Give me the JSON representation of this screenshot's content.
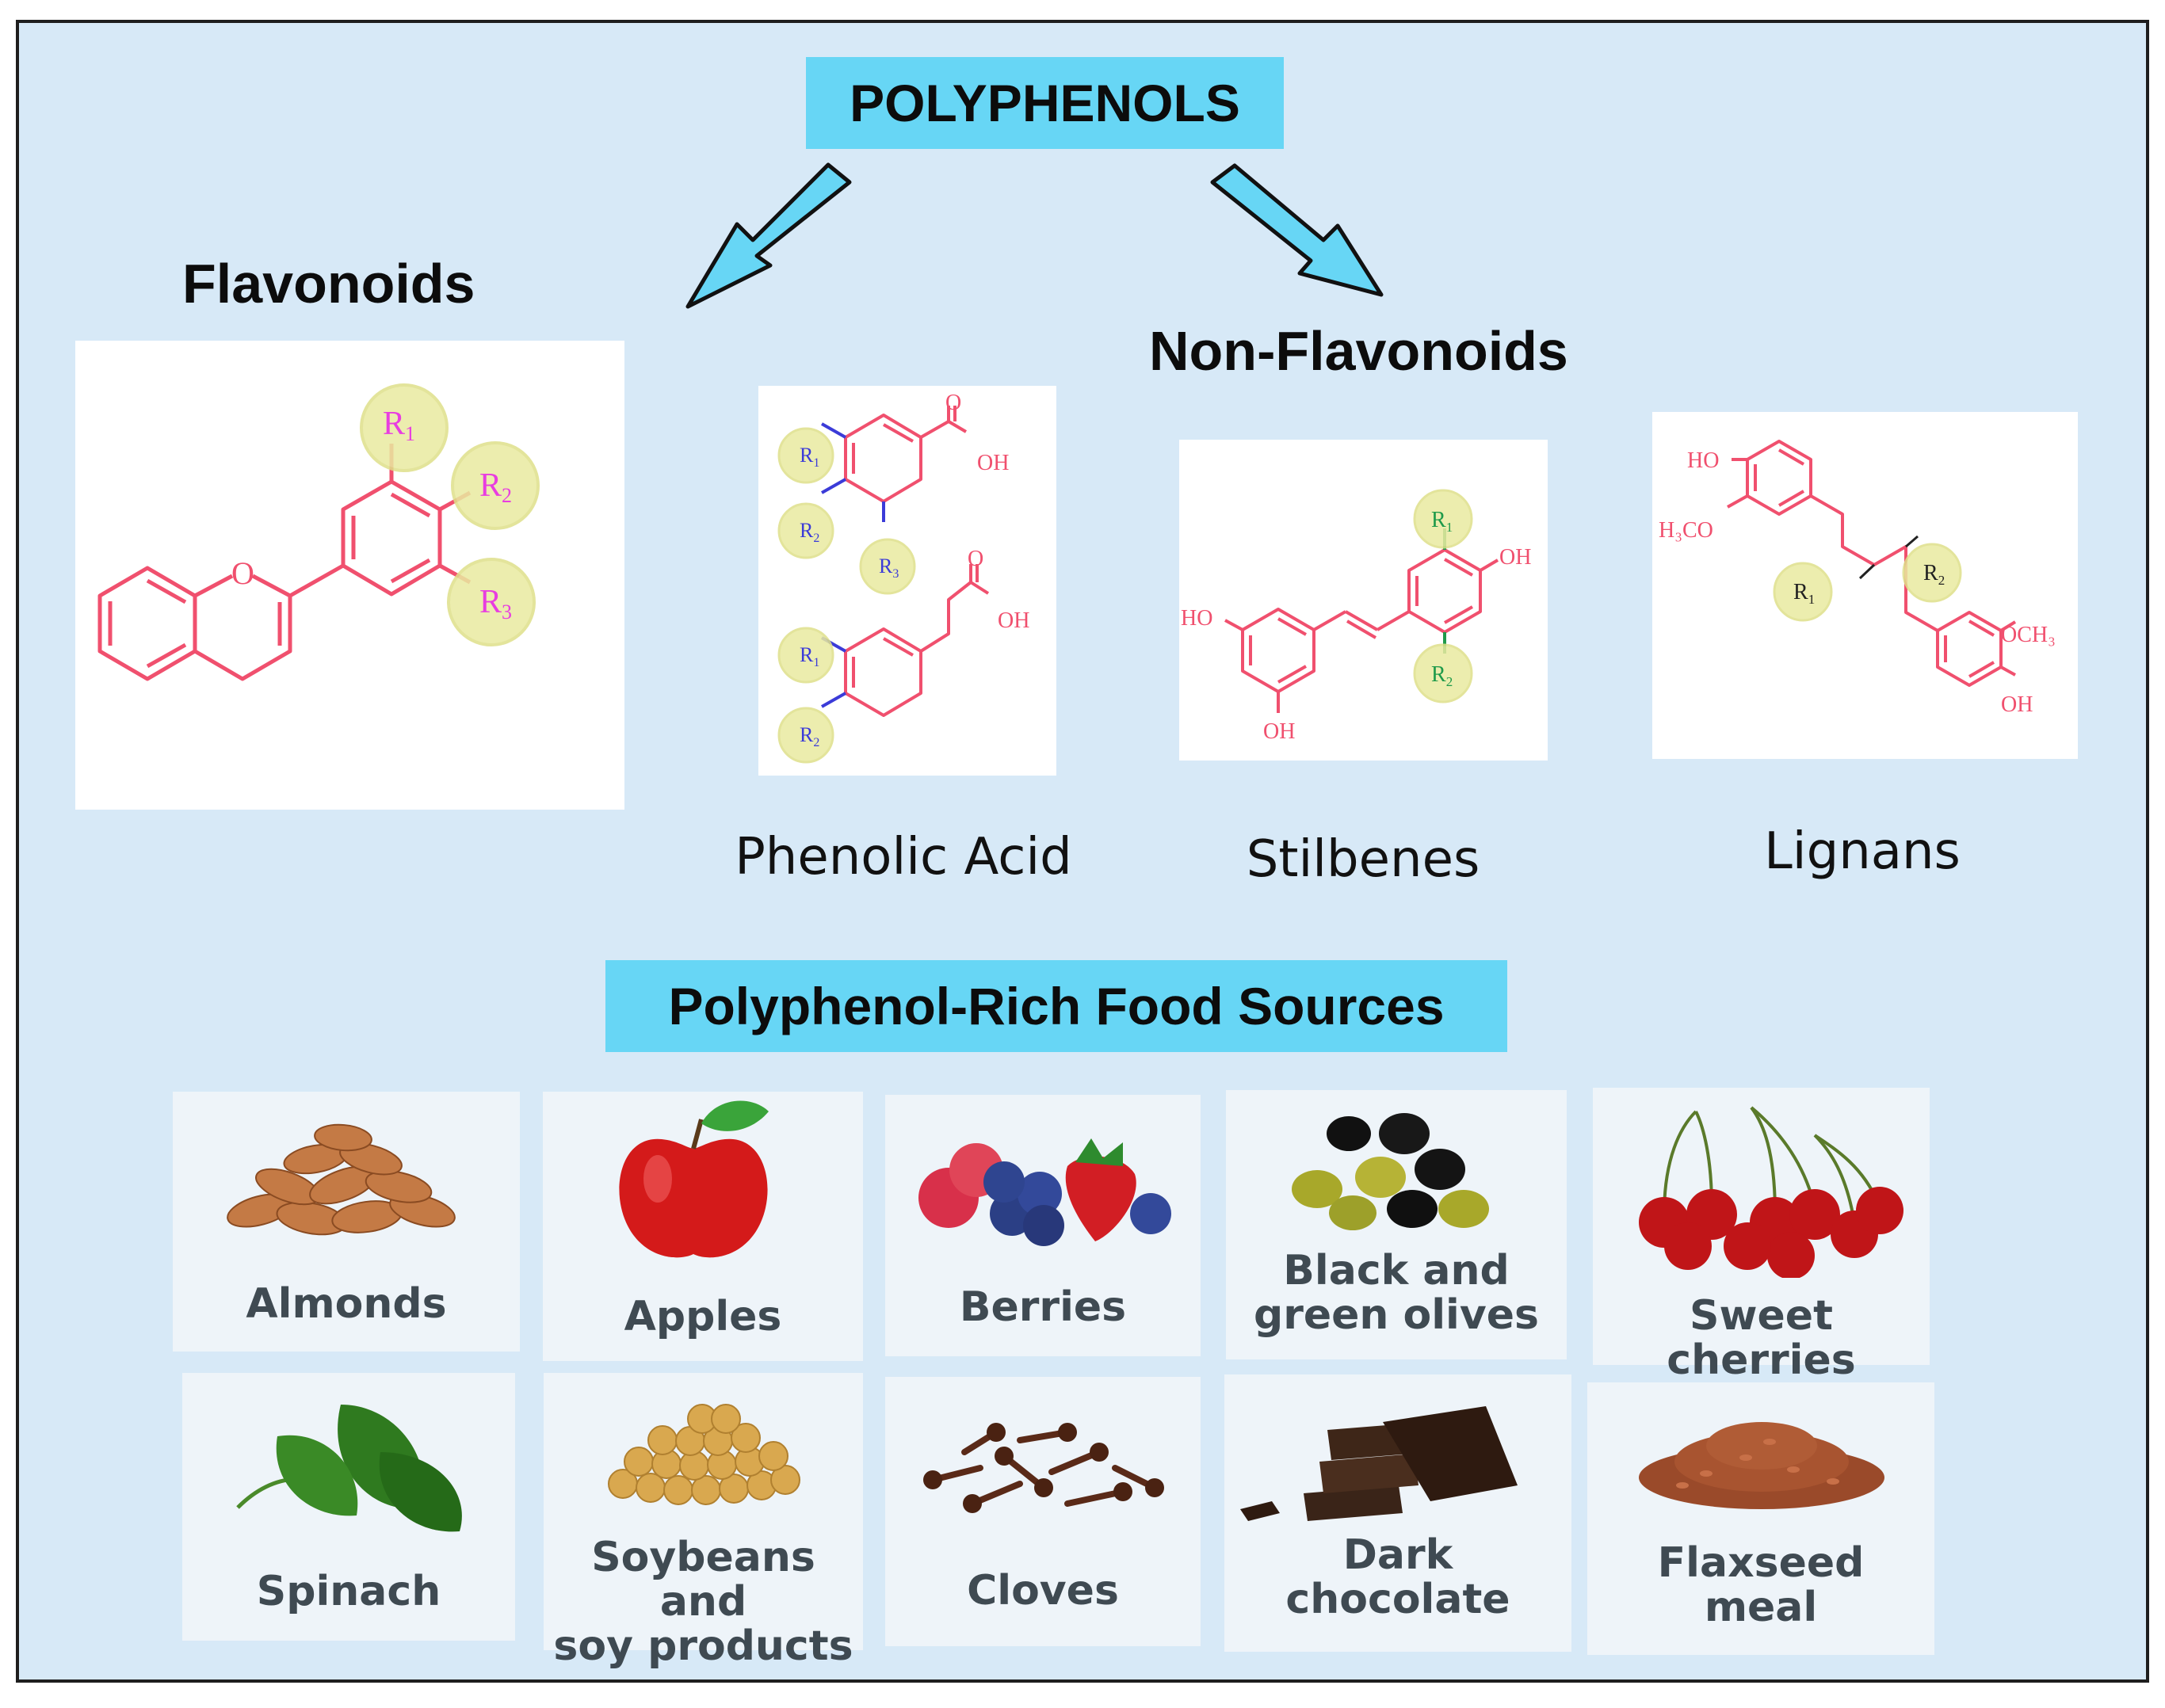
{
  "header": {
    "title": "POLYPHENOLS"
  },
  "classes": {
    "flavonoids": "Flavonoids",
    "non_flavonoids": "Non-Flavonoids",
    "phenolic_acid": "Phenolic Acid",
    "stilbenes": "Stilbenes",
    "lignans": "Lignans"
  },
  "chem": {
    "o": "O",
    "oh": "OH",
    "ho": "HO",
    "r": "R",
    "r1": "1",
    "r2": "2",
    "r3": "3",
    "h3co": "H₃CO",
    "och3": "OCH₃"
  },
  "food_section": {
    "title": "Polyphenol-Rich Food Sources"
  },
  "foods": [
    {
      "line1": "Almonds",
      "line2": ""
    },
    {
      "line1": "Apples",
      "line2": ""
    },
    {
      "line1": "Berries",
      "line2": ""
    },
    {
      "line1": "Black and",
      "line2": "green olives"
    },
    {
      "line1": "Sweet cherries",
      "line2": ""
    },
    {
      "line1": "Spinach",
      "line2": ""
    },
    {
      "line1": "Soybeans and",
      "line2": "soy products"
    },
    {
      "line1": "Cloves",
      "line2": ""
    },
    {
      "line1": "Dark",
      "line2": "chocolate"
    },
    {
      "line1": "Flaxseed",
      "line2": "meal"
    }
  ],
  "colors": {
    "background": "#d7e9f7",
    "header_fill": "#67d6f5",
    "arrow_fill": "#67d6f5",
    "bond_red": "#f0506e",
    "flavonoid_r": "#e83de0",
    "phenolic_r": "#3b3bd8",
    "stilbene_r": "#1f9a4a",
    "highlight": "#e9eaa0"
  }
}
